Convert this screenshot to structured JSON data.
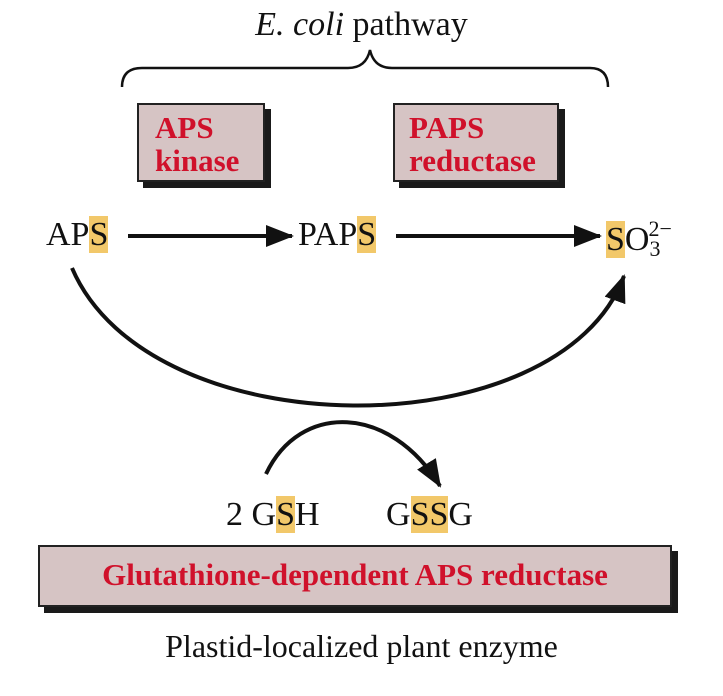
{
  "title": {
    "italic": "E. coli",
    "rest": " pathway"
  },
  "enzymes": {
    "aps_kinase": {
      "line1": "APS",
      "line2": "kinase"
    },
    "paps_reductase": {
      "line1": "PAPS",
      "line2": "reductase"
    },
    "glutathione": "Glutathione-dependent APS reductase"
  },
  "compounds": {
    "aps": {
      "pre": "AP",
      "hl": "S"
    },
    "paps": {
      "pre": "PAP",
      "hl": "S"
    },
    "sulfite": {
      "hl": "S",
      "post": "O",
      "sub": "3",
      "sup": "2−"
    },
    "gsh": {
      "pre": "2 G",
      "hl": "S",
      "post": "H"
    },
    "gssg": {
      "pre": "G",
      "hl": "SS",
      "post": "G"
    }
  },
  "footer": "Plastid-localized plant enzyme",
  "colors": {
    "enzyme_text": "#d0112b",
    "box_fill": "#d6c4c4",
    "sulfur_highlight": "#f2c86a"
  }
}
